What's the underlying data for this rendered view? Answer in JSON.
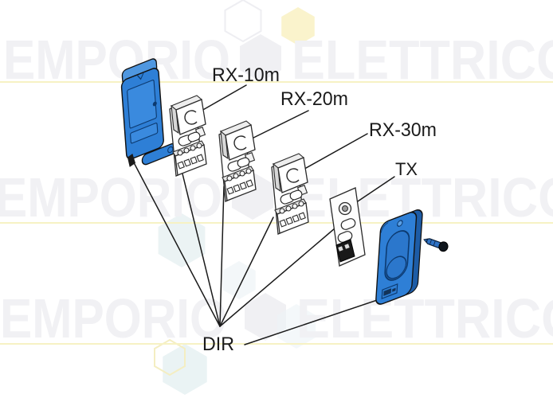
{
  "watermark": {
    "word_left": "EMPORIO",
    "word_right": "ELETTRICO"
  },
  "labels": {
    "rx10": "RX-10m",
    "rx20": "RX-20m",
    "rx30": "RX-30m",
    "tx": "TX",
    "dir": "DIR"
  },
  "colors": {
    "part_blue": "#2e7fd6",
    "part_blue_dark": "#1d5ca6",
    "part_blue_light": "#4f97e0",
    "panel_blue": "#3a8ade",
    "detail_blue": "#0c3a70",
    "screw_blue": "#2f72c4",
    "line_black": "#1a1a1a",
    "watermark_gray": "#f1f1f4",
    "watermark_yellow": "#faf3cc",
    "watermark_teal": "#ebf3f4",
    "underline_yellow": "#f7f2c4",
    "background": "#ffffff"
  }
}
